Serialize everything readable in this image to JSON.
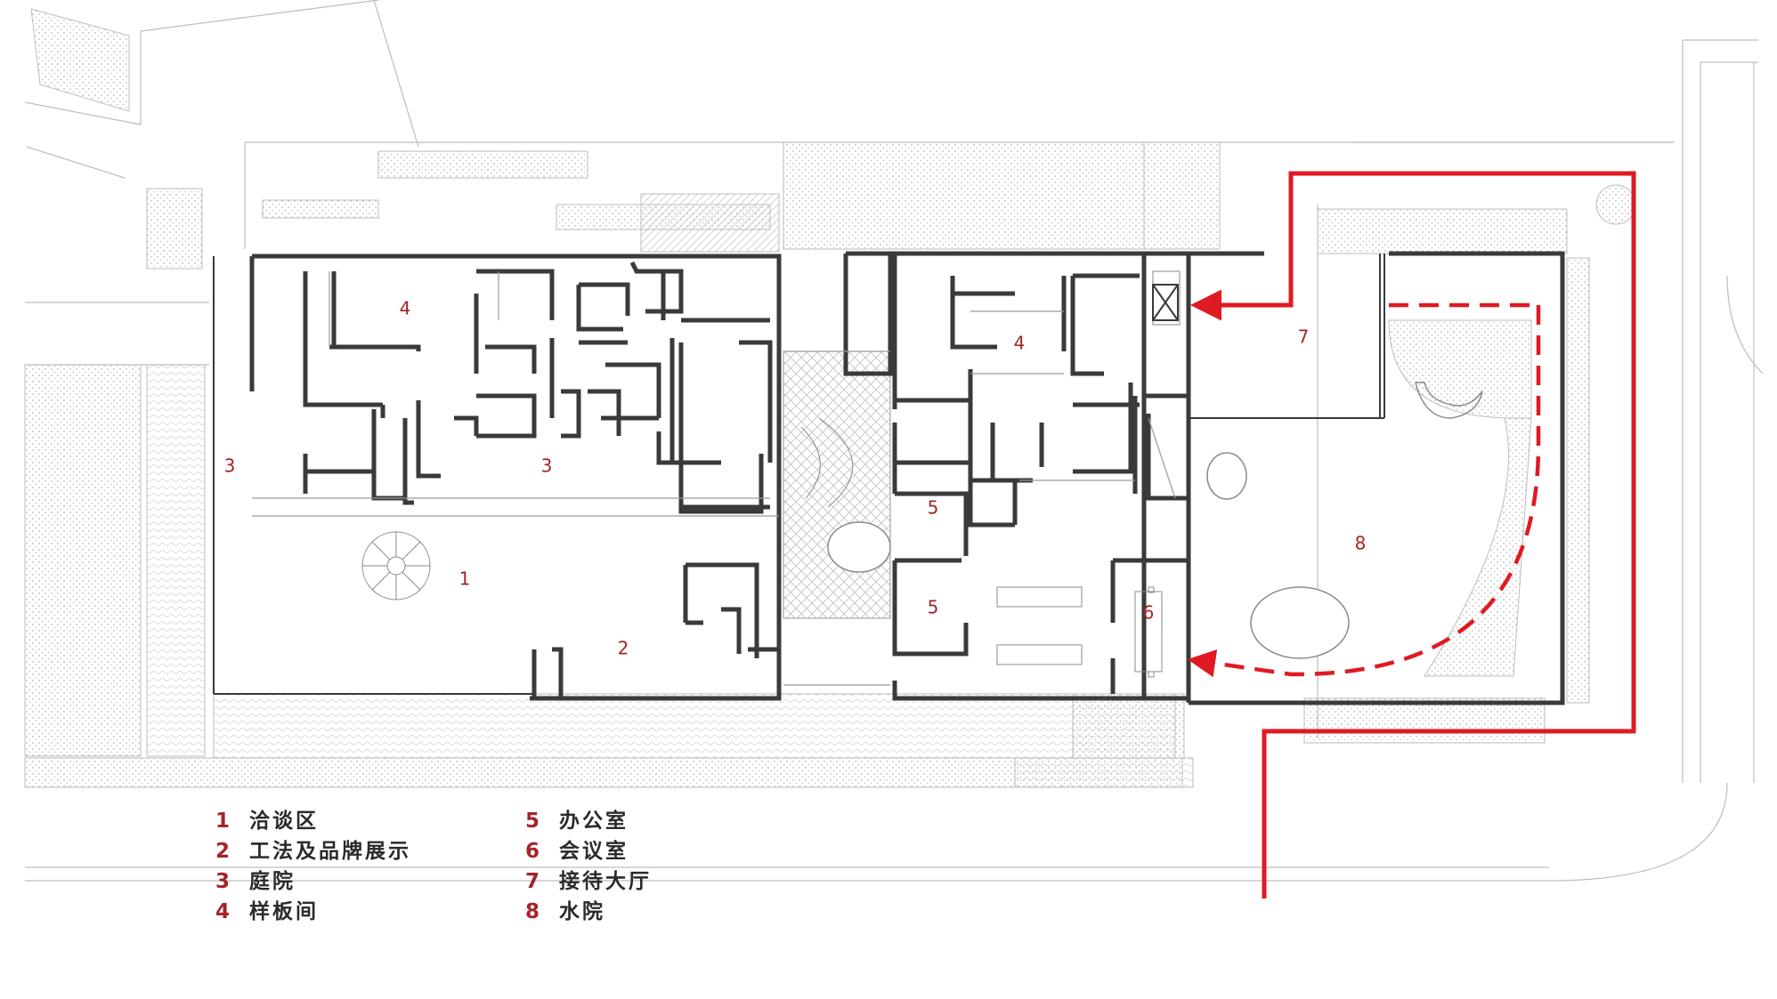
{
  "colors": {
    "background": "#ffffff",
    "wall": "#3a3a3a",
    "thin_line": "#bdbdbd",
    "hatch": "#d4d4d4",
    "route_red": "#e01a22",
    "label_red": "#a3242a",
    "legend_text": "#2a2a2a"
  },
  "room_labels": [
    {
      "id": "r1",
      "text": "1"
    },
    {
      "id": "r2",
      "text": "2"
    },
    {
      "id": "r3a",
      "text": "3"
    },
    {
      "id": "r3b",
      "text": "3"
    },
    {
      "id": "r4a",
      "text": "4"
    },
    {
      "id": "r4b",
      "text": "4"
    },
    {
      "id": "r5a",
      "text": "5"
    },
    {
      "id": "r5b",
      "text": "5"
    },
    {
      "id": "r6",
      "text": "6"
    },
    {
      "id": "r7",
      "text": "7"
    },
    {
      "id": "r8",
      "text": "8"
    }
  ],
  "legend": [
    {
      "num": "1",
      "label": "洽谈区"
    },
    {
      "num": "2",
      "label": "工法及品牌展示"
    },
    {
      "num": "3",
      "label": "庭院"
    },
    {
      "num": "4",
      "label": "样板间"
    },
    {
      "num": "5",
      "label": "办公室"
    },
    {
      "num": "6",
      "label": "会议室"
    },
    {
      "num": "7",
      "label": "接待大厅"
    },
    {
      "num": "8",
      "label": "水院"
    }
  ],
  "icons": {
    "elevator": "elevator-cross-icon",
    "spiral_stair": "spiral-stair-icon",
    "arrow": "arrowhead-icon"
  }
}
